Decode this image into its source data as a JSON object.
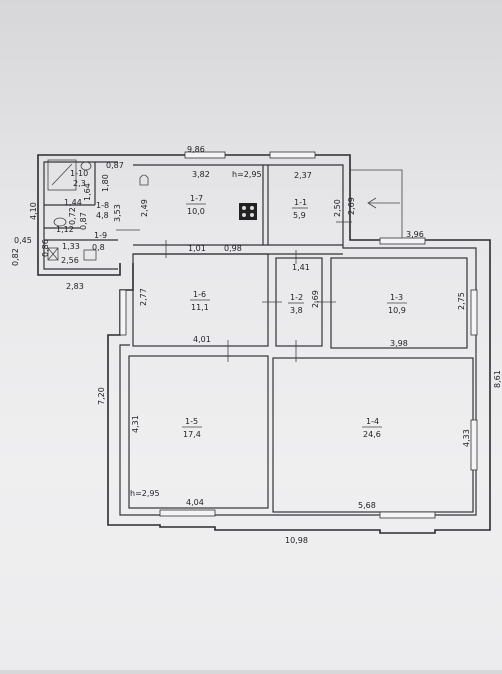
{
  "rooms": {
    "r1_1": {
      "id": "1-1",
      "area": "5,9"
    },
    "r1_2": {
      "id": "1-2",
      "area": "3,8"
    },
    "r1_3": {
      "id": "1-3",
      "area": "10,9"
    },
    "r1_4": {
      "id": "1-4",
      "area": "24,6"
    },
    "r1_5": {
      "id": "1-5",
      "area": "17,4"
    },
    "r1_6": {
      "id": "1-6",
      "area": "11,1"
    },
    "r1_7": {
      "id": "1-7",
      "area": "10,0"
    },
    "r1_8": {
      "id": "1-8",
      "area": "4,8"
    },
    "r1_9": {
      "id": "1-9",
      "area": "0,8"
    },
    "r1_10": {
      "id": "1-10",
      "area": "2,3"
    }
  },
  "dimensions": {
    "d_986": "9,86",
    "d_087": "0,87",
    "d_382": "3,82",
    "d_h295_top": "h=2,95",
    "d_237": "2,37",
    "d_269": "2,69",
    "d_180": "1,80",
    "d_164": "1,64",
    "d_144": "1,44",
    "d_249": "2,49",
    "d_353": "3,53",
    "d_250": "2,50",
    "d_410": "4,10",
    "d_087b": "0,87",
    "d_112": "1,12",
    "d_045": "0,45",
    "d_133": "1,33",
    "d_080": "0,8",
    "d_086": "0,86",
    "d_256": "2,56",
    "d_082": "0,82",
    "d_101": "1,01",
    "d_098": "0,98",
    "d_396": "3,96",
    "d_283": "2,83",
    "d_277": "2,77",
    "d_141": "1,41",
    "d_269b": "2,69",
    "d_275": "2,75",
    "d_401": "4,01",
    "d_398": "3,98",
    "d_861": "8,61",
    "d_720": "7,20",
    "d_431": "4,31",
    "d_433": "4,33",
    "d_h295_bot": "h=2,95",
    "d_404": "4,04",
    "d_568": "5,68",
    "d_1098": "10,98",
    "d_072": "0,72"
  }
}
